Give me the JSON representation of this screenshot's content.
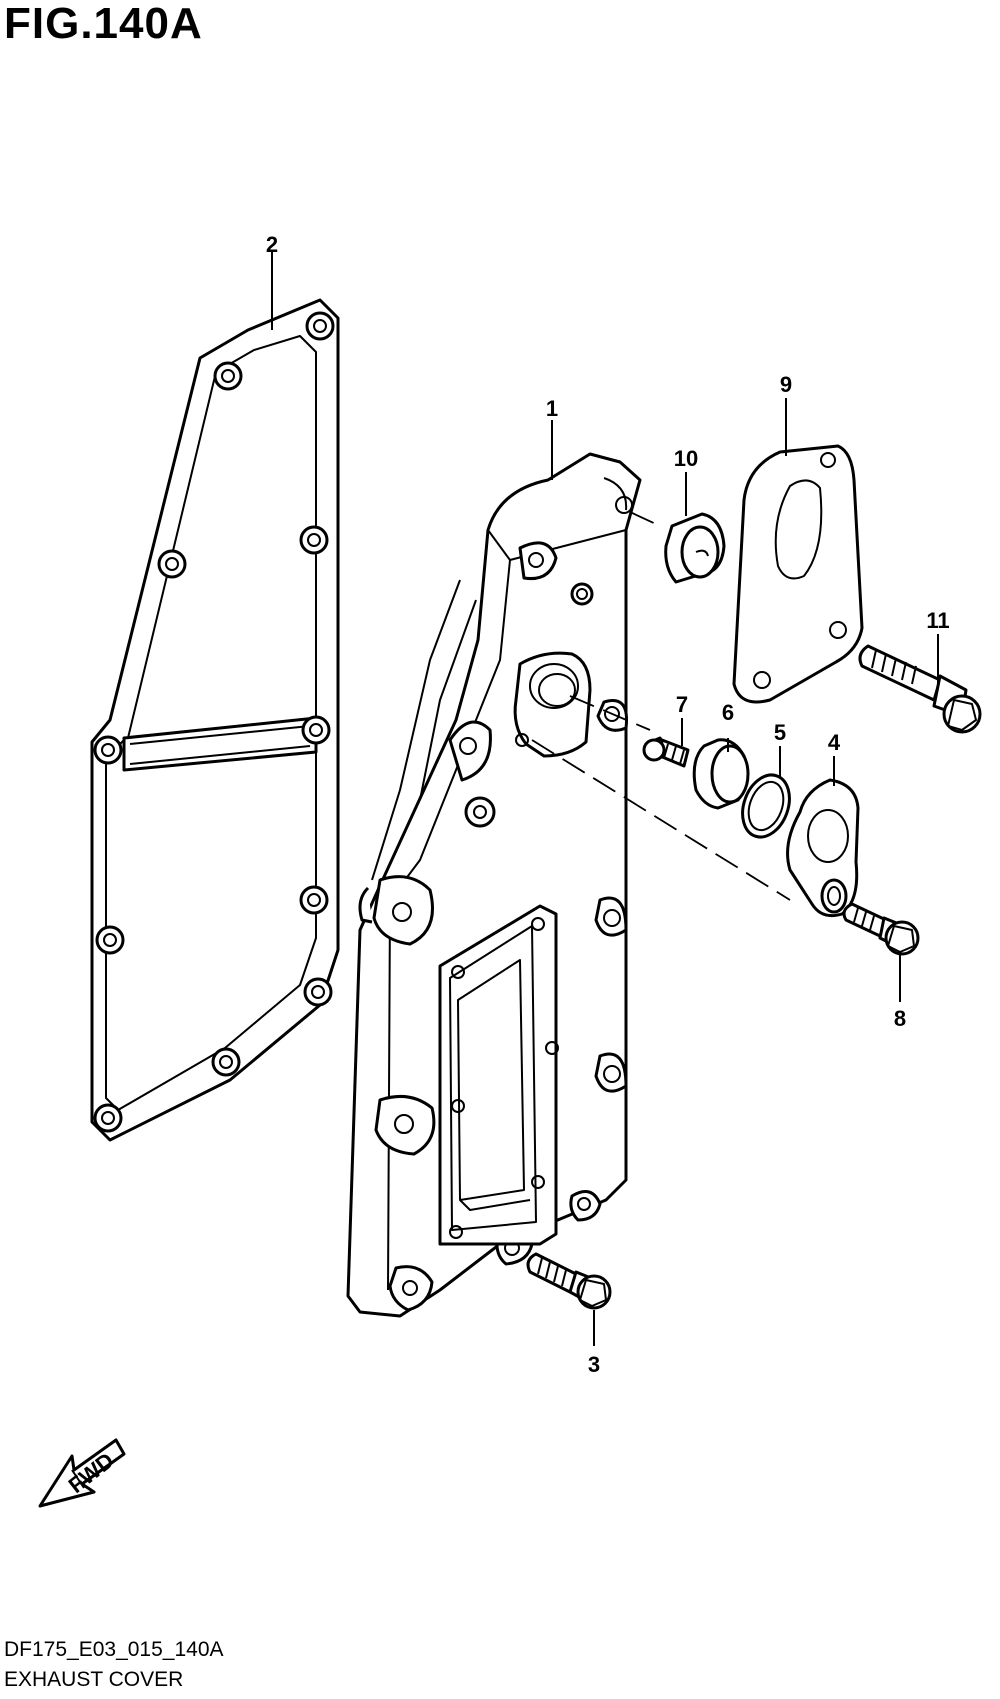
{
  "figure": {
    "title": "FIG.140A",
    "drawing_code": "DF175_E03_015_140A",
    "drawing_name": "EXHAUST COVER",
    "direction_label": "FWD"
  },
  "callouts": [
    {
      "id": "c1",
      "label": "1"
    },
    {
      "id": "c2",
      "label": "2"
    },
    {
      "id": "c3",
      "label": "3"
    },
    {
      "id": "c4",
      "label": "4"
    },
    {
      "id": "c5",
      "label": "5"
    },
    {
      "id": "c6",
      "label": "6"
    },
    {
      "id": "c7",
      "label": "7"
    },
    {
      "id": "c8",
      "label": "8"
    },
    {
      "id": "c9",
      "label": "9"
    },
    {
      "id": "c10",
      "label": "10"
    },
    {
      "id": "c11",
      "label": "11"
    }
  ]
}
